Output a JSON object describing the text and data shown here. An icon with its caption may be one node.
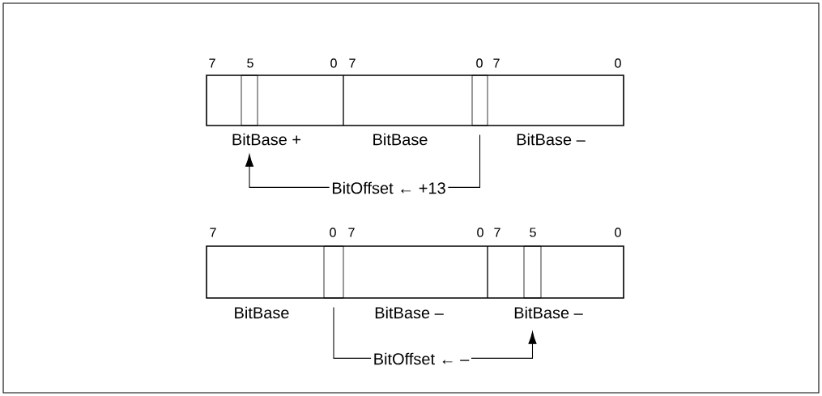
{
  "diagram": {
    "nodes": [
      {
        "text": [],
        "shape": "box"
      },
      {
        "text": [],
        "shape": "box"
      },
      {
        "text": [],
        "shape": "box"
      },
      {
        "text": [],
        "shape": "box"
      }
    ],
    "edges": [
      {
        "from": 1,
        "to": 0,
        "arrow": "to",
        "label": "BitOffset ← +13"
      },
      {
        "from": 2,
        "to": 3,
        "arrow": "to",
        "label": "BitOffset ← –"
      }
    ],
    "labels": [
      "7",
      "5",
      "0",
      "7",
      "0",
      "7",
      "0",
      "BitBase +",
      "BitBase",
      "BitBase –",
      "7",
      "0",
      "7",
      "0",
      "7",
      "5",
      "0",
      "BitBase",
      "BitBase –",
      "BitBase –"
    ]
  }
}
